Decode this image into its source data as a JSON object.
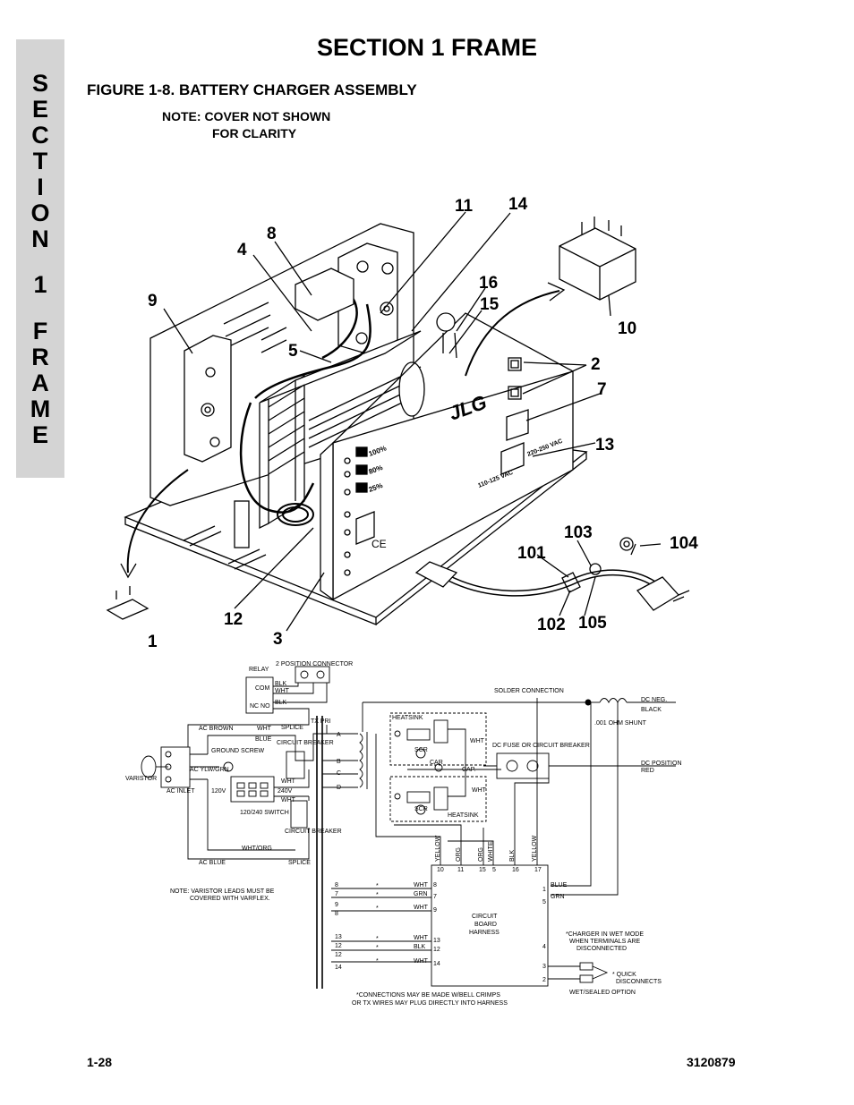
{
  "header": {
    "section_title": "SECTION 1  FRAME",
    "figure_title": "FIGURE 1-8.    BATTERY CHARGER ASSEMBLY",
    "note_line1": "NOTE: COVER NOT SHOWN",
    "note_line2": "FOR CLARITY"
  },
  "side_tab": {
    "letters": [
      "S",
      "E",
      "C",
      "T",
      "I",
      "O",
      "N",
      "1",
      "F",
      "R",
      "A",
      "M",
      "E"
    ]
  },
  "assembly_callouts": [
    "1",
    "2",
    "3",
    "4",
    "5",
    "7",
    "8",
    "9",
    "10",
    "11",
    "12",
    "13",
    "14",
    "15",
    "16",
    "101",
    "102",
    "103",
    "104",
    "105"
  ],
  "panel_labels": {
    "brand": "JLG",
    "pct_100": "100%",
    "pct_80": "80%",
    "pct_25": "25%",
    "ce": "CE",
    "vac_low": "110-125 VAC",
    "vac_high": "220-250 VAC"
  },
  "schematic": {
    "labels": {
      "relay": "RELAY",
      "two_pos": "2 POSITION CONNECTOR",
      "com": "COM",
      "nc_no": "NC  NO",
      "blk": "BLK",
      "wht": "WHT",
      "blue": "BLUE",
      "ac_brown": "AC BROWN",
      "splice": "SPLICE",
      "tx_pri": "TX PRI",
      "ground_screw": "GROUND SCREW",
      "circuit_breaker": "CIRCUIT BREAKER",
      "ac_ylw_grn": "AC YLW/GRN",
      "varistor": "VARISTOR",
      "ac_inlet": "AC INLET",
      "v120": "120V",
      "v240": "240V",
      "switch": "120/240 SWITCH",
      "wht_org": "WHT/ORG",
      "ac_blue": "AC BLUE",
      "varistor_note1": "NOTE: VARISTOR LEADS MUST BE",
      "varistor_note2": "COVERED WITH VARFLEX.",
      "solder": "SOLDER CONNECTION",
      "heatsink": "HEATSINK",
      "scr": "SCR",
      "car": "CAR",
      "cap": "CAP.",
      "dc_fuse": "DC FUSE OR CIRCUIT BREAKER",
      "dc_neg": "DC NEG.",
      "black": "BLACK",
      "shunt": ".001 OHM SHUNT",
      "dc_pos": "DC POSITION",
      "red": "RED",
      "tx_a": "A",
      "tx_b": "B",
      "tx_c": "C",
      "tx_d": "D",
      "yellow": "YELLOW",
      "org": "ORG",
      "white": "WHITE",
      "blk2": "BLK",
      "board1": "CIRCUIT",
      "board2": "BOARD",
      "board3": "HARNESS",
      "grn": "GRN",
      "wet1": "*CHARGER IN WET MODE",
      "wet2": "WHEN TERMINALS ARE",
      "wet3": "DISCONNECTED",
      "quick1": "* QUICK",
      "quick2": "DISCONNECTS",
      "wet_sealed": "WET/SEALED OPTION",
      "conn1": "*CONNECTIONS MAY BE MADE W/BELL CRIMPS",
      "conn2": "OR TX WIRES MAY PLUG DIRECTLY INTO HARNESS"
    },
    "top_pins": [
      "10",
      "11",
      "15",
      "5",
      "16",
      "17"
    ],
    "left_rows": [
      {
        "num": "8",
        "pin": "8",
        "color": "WHT"
      },
      {
        "num": "7",
        "pin": "7",
        "color": "GRN"
      },
      {
        "num": "9",
        "pin": "9",
        "color": "WHT"
      },
      {
        "num": "13",
        "pin": "13",
        "color": "WHT"
      },
      {
        "num": "12",
        "pin": "12",
        "color": "BLK"
      },
      {
        "num": "14",
        "pin": "14",
        "color": "WHT"
      }
    ],
    "aux_nums": [
      "8",
      "12"
    ],
    "right_pins": [
      "1",
      "5",
      "4",
      "3",
      "2"
    ]
  },
  "footer": {
    "page_number": "1-28",
    "doc_number": "3120879"
  }
}
